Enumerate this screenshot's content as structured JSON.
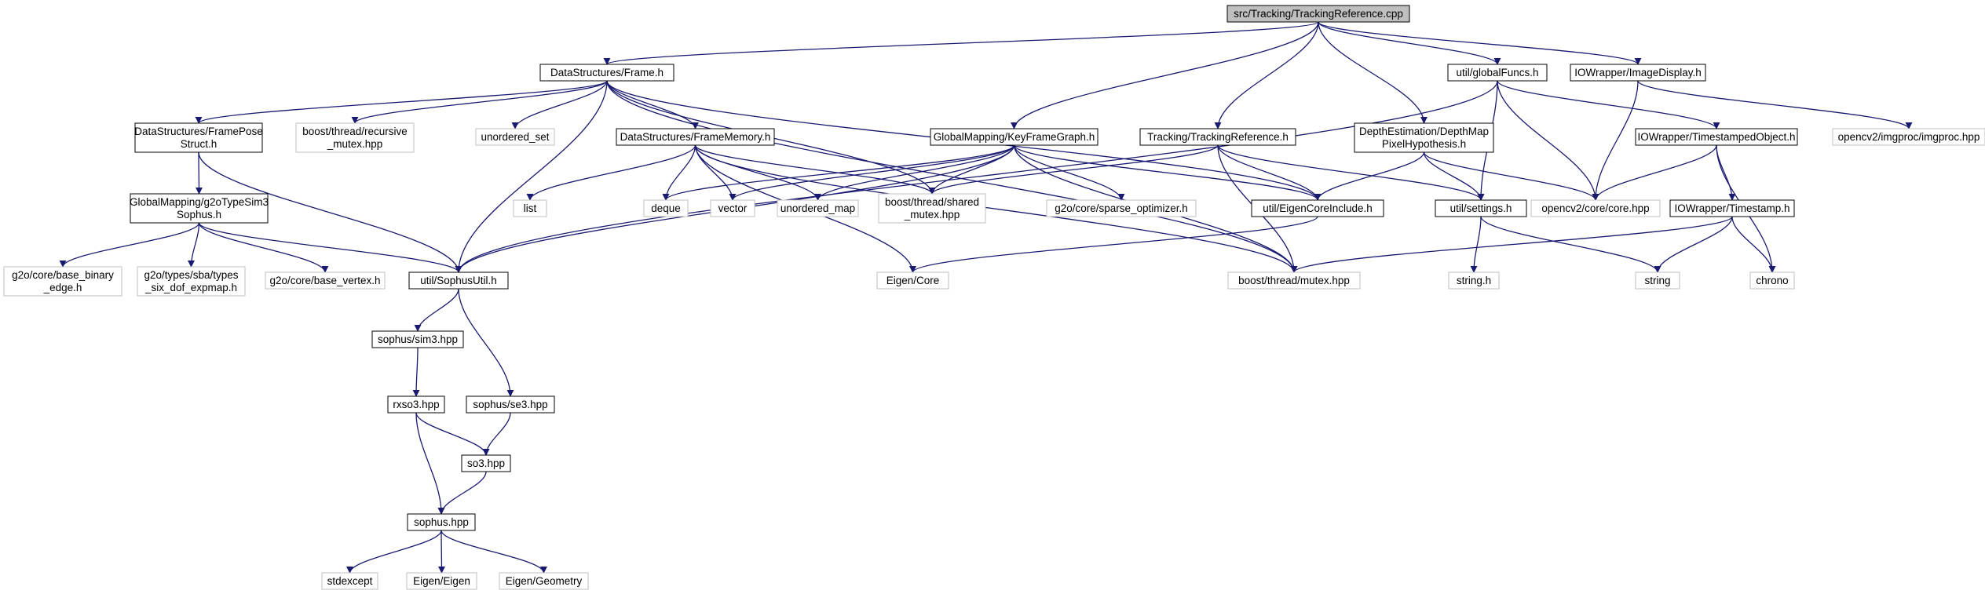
{
  "title": "",
  "colors": {
    "background": "#ffffff",
    "edge": "#191970",
    "local_border": "#000000",
    "external_border": "#bfbfbf",
    "root_fill": "#bfbfbf",
    "text": "#000000"
  },
  "nodes": [
    {
      "id": "root",
      "lines": [
        "src/Tracking/TrackingReference.cpp"
      ],
      "kind": "root"
    },
    {
      "id": "frame",
      "lines": [
        "DataStructures/Frame.h"
      ],
      "kind": "local"
    },
    {
      "id": "globalFuncs",
      "lines": [
        "util/globalFuncs.h"
      ],
      "kind": "local"
    },
    {
      "id": "imageDisplay",
      "lines": [
        "IOWrapper/ImageDisplay.h"
      ],
      "kind": "local"
    },
    {
      "id": "framePose",
      "lines": [
        "DataStructures/FramePose",
        "Struct.h"
      ],
      "kind": "local"
    },
    {
      "id": "recMutex",
      "lines": [
        "boost/thread/recursive",
        "_mutex.hpp"
      ],
      "kind": "external"
    },
    {
      "id": "unorderedSet",
      "lines": [
        "unordered_set"
      ],
      "kind": "external"
    },
    {
      "id": "frameMemory",
      "lines": [
        "DataStructures/FrameMemory.h"
      ],
      "kind": "local"
    },
    {
      "id": "kfGraph",
      "lines": [
        "GlobalMapping/KeyFrameGraph.h"
      ],
      "kind": "local"
    },
    {
      "id": "trackRefH",
      "lines": [
        "Tracking/TrackingReference.h"
      ],
      "kind": "local"
    },
    {
      "id": "depthMap",
      "lines": [
        "DepthEstimation/DepthMap",
        "PixelHypothesis.h"
      ],
      "kind": "local"
    },
    {
      "id": "tsObject",
      "lines": [
        "IOWrapper/TimestampedObject.h"
      ],
      "kind": "local"
    },
    {
      "id": "imgproc",
      "lines": [
        "opencv2/imgproc/imgproc.hpp"
      ],
      "kind": "external"
    },
    {
      "id": "g2oSim3",
      "lines": [
        "GlobalMapping/g2oTypeSim3",
        "Sophus.h"
      ],
      "kind": "local"
    },
    {
      "id": "list",
      "lines": [
        "list"
      ],
      "kind": "external"
    },
    {
      "id": "deque",
      "lines": [
        "deque"
      ],
      "kind": "external"
    },
    {
      "id": "vector",
      "lines": [
        "vector"
      ],
      "kind": "external"
    },
    {
      "id": "unorderedMap",
      "lines": [
        "unordered_map"
      ],
      "kind": "external"
    },
    {
      "id": "sharedMutex",
      "lines": [
        "boost/thread/shared",
        "_mutex.hpp"
      ],
      "kind": "external"
    },
    {
      "id": "sparseOpt",
      "lines": [
        "g2o/core/sparse_optimizer.h"
      ],
      "kind": "external"
    },
    {
      "id": "eigenCoreInc",
      "lines": [
        "util/EigenCoreInclude.h"
      ],
      "kind": "local"
    },
    {
      "id": "settings",
      "lines": [
        "util/settings.h"
      ],
      "kind": "local"
    },
    {
      "id": "cvCore",
      "lines": [
        "opencv2/core/core.hpp"
      ],
      "kind": "external"
    },
    {
      "id": "timestamp",
      "lines": [
        "IOWrapper/Timestamp.h"
      ],
      "kind": "local"
    },
    {
      "id": "baseBinary",
      "lines": [
        "g2o/core/base_binary",
        "_edge.h"
      ],
      "kind": "external"
    },
    {
      "id": "sixDof",
      "lines": [
        "g2o/types/sba/types",
        "_six_dof_expmap.h"
      ],
      "kind": "external"
    },
    {
      "id": "baseVertex",
      "lines": [
        "g2o/core/base_vertex.h"
      ],
      "kind": "external"
    },
    {
      "id": "sophusUtil",
      "lines": [
        "util/SophusUtil.h"
      ],
      "kind": "local"
    },
    {
      "id": "eigenCore",
      "lines": [
        "Eigen/Core"
      ],
      "kind": "external"
    },
    {
      "id": "mutex",
      "lines": [
        "boost/thread/mutex.hpp"
      ],
      "kind": "external"
    },
    {
      "id": "stringH",
      "lines": [
        "string.h"
      ],
      "kind": "external"
    },
    {
      "id": "string",
      "lines": [
        "string"
      ],
      "kind": "external"
    },
    {
      "id": "chrono",
      "lines": [
        "chrono"
      ],
      "kind": "external"
    },
    {
      "id": "sim3",
      "lines": [
        "sophus/sim3.hpp"
      ],
      "kind": "local"
    },
    {
      "id": "rxso3",
      "lines": [
        "rxso3.hpp"
      ],
      "kind": "local"
    },
    {
      "id": "se3",
      "lines": [
        "sophus/se3.hpp"
      ],
      "kind": "local"
    },
    {
      "id": "so3",
      "lines": [
        "so3.hpp"
      ],
      "kind": "local"
    },
    {
      "id": "sophus",
      "lines": [
        "sophus.hpp"
      ],
      "kind": "local"
    },
    {
      "id": "stdexcept",
      "lines": [
        "stdexcept"
      ],
      "kind": "external"
    },
    {
      "id": "eigenEigen",
      "lines": [
        "Eigen/Eigen"
      ],
      "kind": "external"
    },
    {
      "id": "eigenGeom",
      "lines": [
        "Eigen/Geometry"
      ],
      "kind": "external"
    }
  ],
  "edges": [
    [
      "root",
      "frame"
    ],
    [
      "root",
      "globalFuncs"
    ],
    [
      "root",
      "imageDisplay"
    ],
    [
      "root",
      "kfGraph"
    ],
    [
      "root",
      "trackRefH"
    ],
    [
      "root",
      "depthMap"
    ],
    [
      "frame",
      "framePose"
    ],
    [
      "frame",
      "recMutex"
    ],
    [
      "frame",
      "unorderedSet"
    ],
    [
      "frame",
      "frameMemory"
    ],
    [
      "frame",
      "sophusUtil"
    ],
    [
      "frame",
      "sharedMutex"
    ],
    [
      "frame",
      "eigenCoreInc"
    ],
    [
      "frame",
      "mutex"
    ],
    [
      "framePose",
      "g2oSim3"
    ],
    [
      "framePose",
      "sophusUtil"
    ],
    [
      "g2oSim3",
      "baseBinary"
    ],
    [
      "g2oSim3",
      "sixDof"
    ],
    [
      "g2oSim3",
      "baseVertex"
    ],
    [
      "g2oSim3",
      "sophusUtil"
    ],
    [
      "frameMemory",
      "list"
    ],
    [
      "frameMemory",
      "deque"
    ],
    [
      "frameMemory",
      "vector"
    ],
    [
      "frameMemory",
      "unorderedMap"
    ],
    [
      "frameMemory",
      "sharedMutex"
    ],
    [
      "frameMemory",
      "eigenCore"
    ],
    [
      "frameMemory",
      "mutex"
    ],
    [
      "kfGraph",
      "deque"
    ],
    [
      "kfGraph",
      "vector"
    ],
    [
      "kfGraph",
      "unorderedMap"
    ],
    [
      "kfGraph",
      "sharedMutex"
    ],
    [
      "kfGraph",
      "sparseOpt"
    ],
    [
      "kfGraph",
      "eigenCoreInc"
    ],
    [
      "kfGraph",
      "sophusUtil"
    ],
    [
      "kfGraph",
      "mutex"
    ],
    [
      "trackRefH",
      "sharedMutex"
    ],
    [
      "trackRefH",
      "eigenCoreInc"
    ],
    [
      "trackRefH",
      "settings"
    ],
    [
      "trackRefH",
      "mutex"
    ],
    [
      "depthMap",
      "eigenCoreInc"
    ],
    [
      "depthMap",
      "settings"
    ],
    [
      "depthMap",
      "cvCore"
    ],
    [
      "globalFuncs",
      "sophusUtil"
    ],
    [
      "globalFuncs",
      "settings"
    ],
    [
      "globalFuncs",
      "cvCore"
    ],
    [
      "globalFuncs",
      "tsObject"
    ],
    [
      "imageDisplay",
      "cvCore"
    ],
    [
      "imageDisplay",
      "imgproc"
    ],
    [
      "tsObject",
      "cvCore"
    ],
    [
      "tsObject",
      "timestamp"
    ],
    [
      "tsObject",
      "chrono"
    ],
    [
      "timestamp",
      "mutex"
    ],
    [
      "timestamp",
      "string"
    ],
    [
      "timestamp",
      "chrono"
    ],
    [
      "eigenCoreInc",
      "eigenCore"
    ],
    [
      "settings",
      "stringH"
    ],
    [
      "settings",
      "string"
    ],
    [
      "sophusUtil",
      "sim3"
    ],
    [
      "sophusUtil",
      "se3"
    ],
    [
      "sim3",
      "rxso3"
    ],
    [
      "rxso3",
      "so3"
    ],
    [
      "rxso3",
      "sophus"
    ],
    [
      "se3",
      "so3"
    ],
    [
      "so3",
      "sophus"
    ],
    [
      "sophus",
      "stdexcept"
    ],
    [
      "sophus",
      "eigenEigen"
    ],
    [
      "sophus",
      "eigenGeom"
    ]
  ]
}
